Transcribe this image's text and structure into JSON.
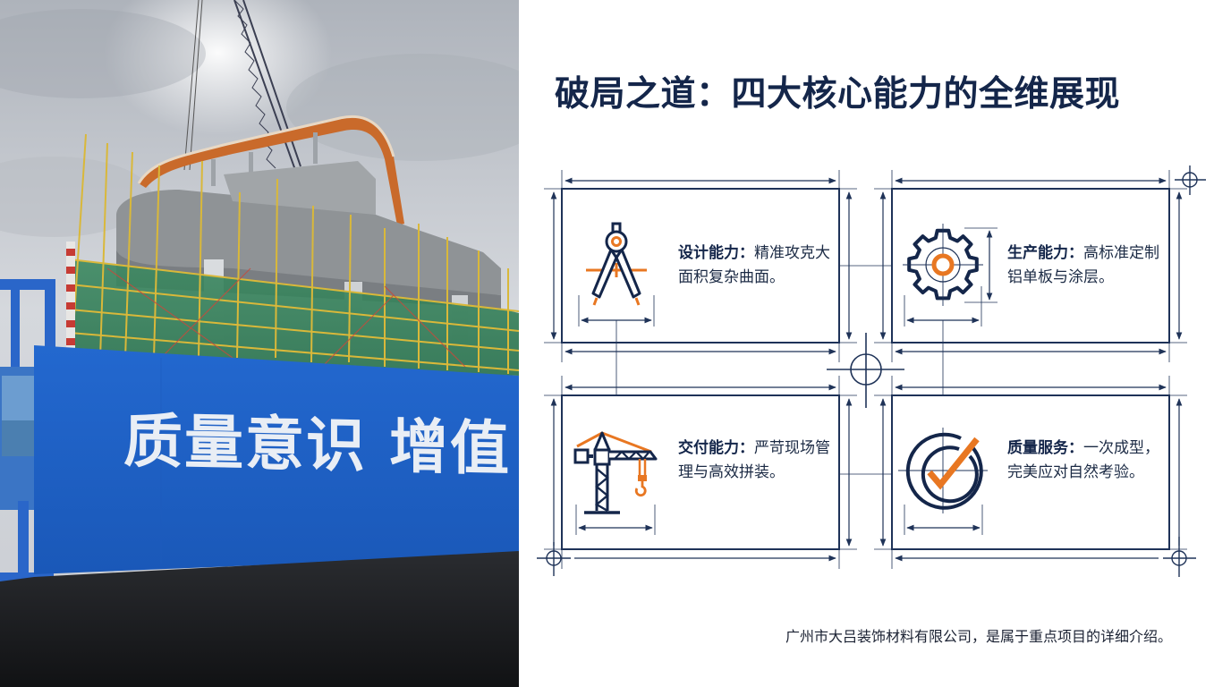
{
  "slide": {
    "title": "破局之道：四大核心能力的全维展现",
    "footer": "广州市大吕装饰材料有限公司，是属于重点项目的详细介绍。"
  },
  "photo": {
    "description": "construction site with scaffolding, crane and curved orange aluminum panel facade",
    "banner_text": "质量意识 增值"
  },
  "capabilities": [
    {
      "id": "design",
      "icon": "compass-icon",
      "head": "设计能力：",
      "body": "精准攻克大面积复杂曲面。"
    },
    {
      "id": "production",
      "icon": "gear-icon",
      "head": "生产能力：",
      "body": "高标准定制铝单板与涂层。"
    },
    {
      "id": "delivery",
      "icon": "tower-crane-icon",
      "head": "交付能力：",
      "body": "严苛现场管理与高效拼装。"
    },
    {
      "id": "quality",
      "icon": "check-target-icon",
      "head": "质量服务：",
      "body": "一次成型，完美应对自然考验。"
    }
  ],
  "colors": {
    "navy": "#14264a",
    "line": "#1f3358",
    "accent_orange": "#e87722",
    "banner_blue": "#1e63c8"
  }
}
